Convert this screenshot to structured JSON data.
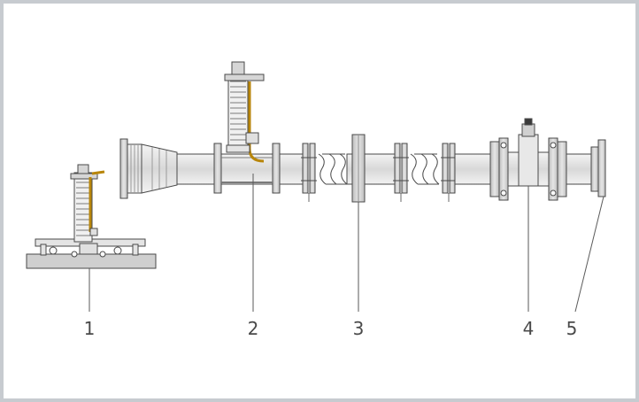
{
  "diagram": {
    "callouts": [
      {
        "id": "1",
        "label": "1"
      },
      {
        "id": "2",
        "label": "2"
      },
      {
        "id": "3",
        "label": "3"
      },
      {
        "id": "4",
        "label": "4"
      },
      {
        "id": "5",
        "label": "5"
      }
    ]
  },
  "colors": {
    "frame": "#c7cbd0",
    "metal_light": "#e2e2e2",
    "metal_mid": "#cfcfcf",
    "metal_dark": "#9a9a9a",
    "outline": "#4a4a4a",
    "probe_accent": "#b8860b"
  }
}
